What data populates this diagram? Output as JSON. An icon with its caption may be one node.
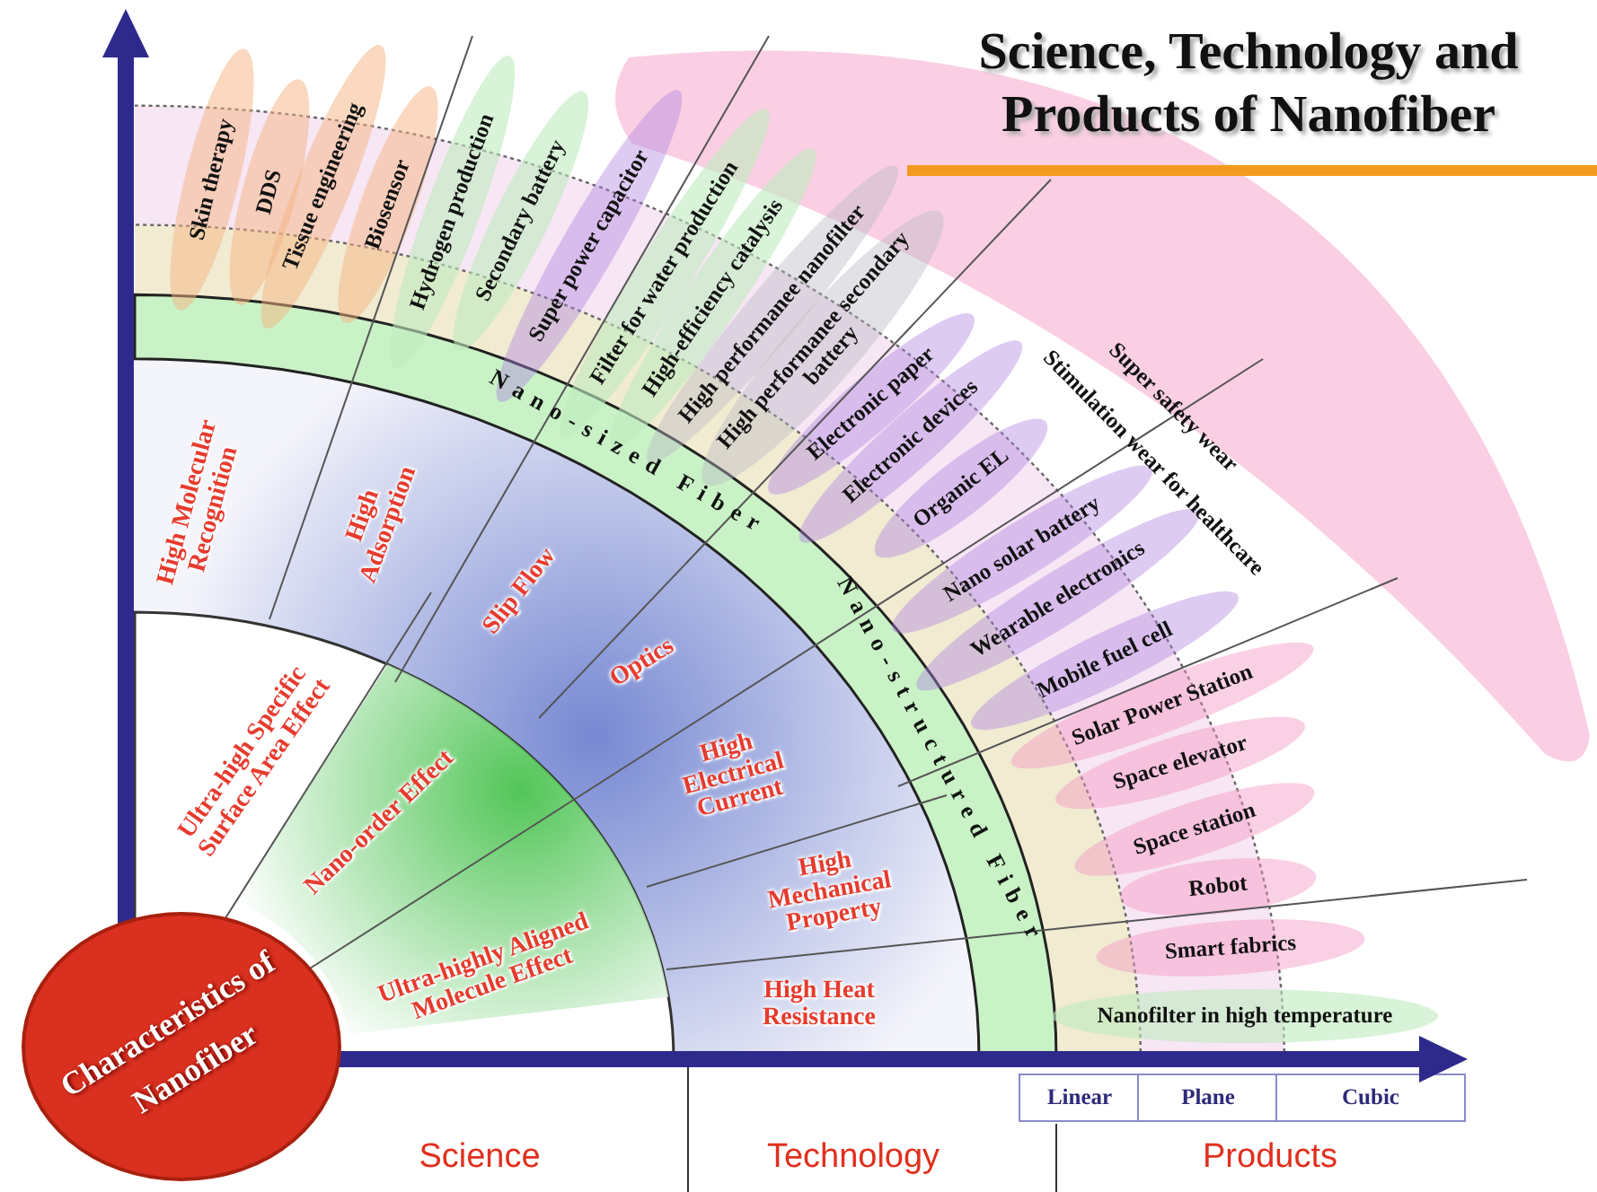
{
  "diagram": {
    "title": "Science, Technology and Products of Nanofiber",
    "nodes": [
      {
        "text": [
          "High Molecular Recognition"
        ]
      },
      {
        "text": [
          "High Adsorption"
        ]
      },
      {
        "text": [
          "Slip Flow"
        ]
      },
      {
        "text": [
          "Optics"
        ]
      },
      {
        "text": [
          "Ultra-high Specific Surface Area Effect"
        ]
      },
      {
        "text": [
          "Nano-order Effect"
        ]
      },
      {
        "text": [
          "Ultra-highly Aligned Molecule Effect"
        ]
      },
      {
        "text": [
          "High Electrical Current"
        ]
      },
      {
        "text": [
          "High Mechanical Property"
        ]
      },
      {
        "text": [
          "High Heat Resistance"
        ]
      },
      {
        "text": [
          "Characteristics of Nanofiber"
        ]
      }
    ],
    "labels": [
      "Skin therapy",
      "DDS",
      "Tissue engineering",
      "Biosensor",
      "Hydrogen production",
      "Secondary battery",
      "Super power capacitor",
      "Filter for water production",
      "High-efficiency catalysis",
      "High performanee nanofilter",
      "High performanee secondary battery",
      "Electronic paper",
      "Electronic devices",
      "Organic EL",
      "Nano solar battery",
      "Wearable electronics",
      "Mobile fuel cell",
      "Super safety wear",
      "Stimulation wear for healthcare",
      "Solar Power Station",
      "Space elevator",
      "Space station",
      "Robot",
      "Smart fabrics",
      "Nanofilter in high temperature",
      "Nano-sized Fiber",
      "Nano-structured Fiber",
      "Linear",
      "Plane",
      "Cubic",
      "Science",
      "Technology",
      "Products"
    ]
  }
}
